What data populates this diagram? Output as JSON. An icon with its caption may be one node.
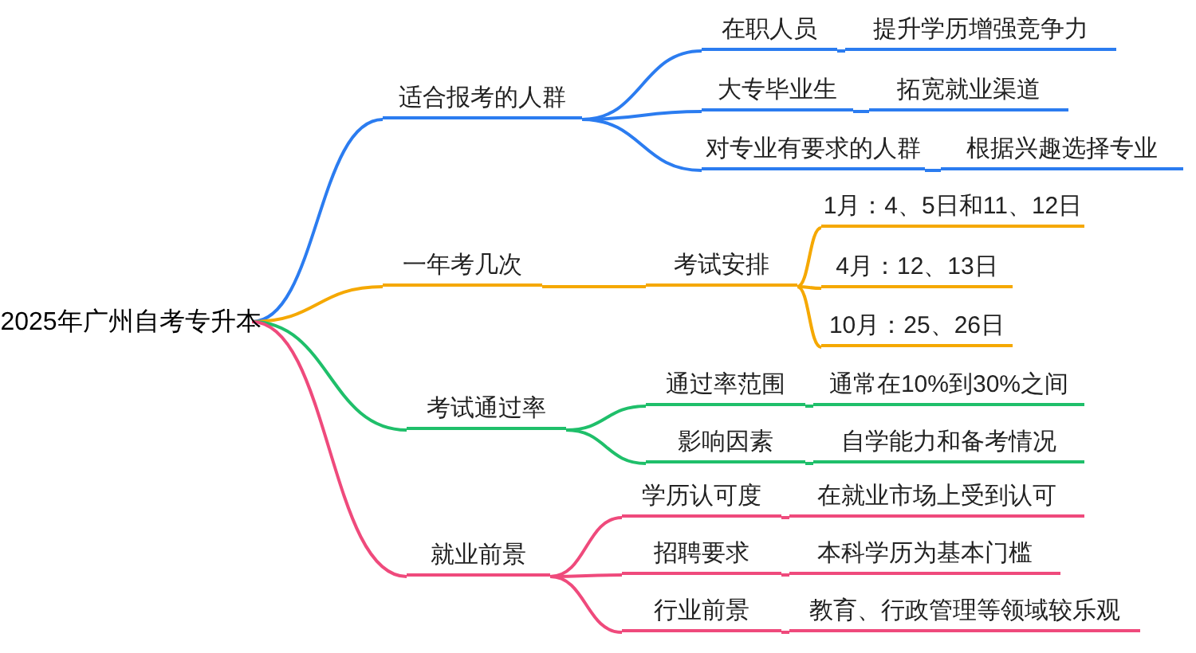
{
  "diagram": {
    "nodes": [
      {
        "text": [
          "2025年广州自考专升本"
        ]
      },
      {
        "text": [
          "适合报考的人群"
        ]
      },
      {
        "text": [
          "在职人员"
        ]
      },
      {
        "text": [
          "提升学历增强竞争力"
        ]
      },
      {
        "text": [
          "大专毕业生"
        ]
      },
      {
        "text": [
          "拓宽就业渠道"
        ]
      },
      {
        "text": [
          "对专业有要求的人群"
        ]
      },
      {
        "text": [
          "根据兴趣选择专业"
        ]
      },
      {
        "text": [
          "一年考几次"
        ]
      },
      {
        "text": [
          "考试安排"
        ]
      },
      {
        "text": [
          "1月：4、5日和11、12日"
        ]
      },
      {
        "text": [
          "4月：12、13日"
        ]
      },
      {
        "text": [
          "10月：25、26日"
        ]
      },
      {
        "text": [
          "考试通过率"
        ]
      },
      {
        "text": [
          "通过率范围"
        ]
      },
      {
        "text": [
          "通常在10%到30%之间"
        ]
      },
      {
        "text": [
          "影响因素"
        ]
      },
      {
        "text": [
          "自学能力和备考情况"
        ]
      },
      {
        "text": [
          "就业前景"
        ]
      },
      {
        "text": [
          "学历认可度"
        ]
      },
      {
        "text": [
          "在就业市场上受到认可"
        ]
      },
      {
        "text": [
          "招聘要求"
        ]
      },
      {
        "text": [
          "本科学历为基本门槛"
        ]
      },
      {
        "text": [
          "行业前景"
        ]
      },
      {
        "text": [
          "教育、行政管理等领域较乐观"
        ]
      }
    ],
    "edges": [
      {
        "from": 0,
        "to": 1,
        "arrow": "none",
        "color": "#2b7cf0"
      },
      {
        "from": 1,
        "to": 2,
        "arrow": "none",
        "color": "#2b7cf0"
      },
      {
        "from": 2,
        "to": 3,
        "arrow": "none",
        "color": "#2b7cf0"
      },
      {
        "from": 1,
        "to": 4,
        "arrow": "none",
        "color": "#2b7cf0"
      },
      {
        "from": 4,
        "to": 5,
        "arrow": "none",
        "color": "#2b7cf0"
      },
      {
        "from": 1,
        "to": 6,
        "arrow": "none",
        "color": "#2b7cf0"
      },
      {
        "from": 6,
        "to": 7,
        "arrow": "none",
        "color": "#2b7cf0"
      },
      {
        "from": 0,
        "to": 8,
        "arrow": "none",
        "color": "#f5a800"
      },
      {
        "from": 8,
        "to": 9,
        "arrow": "none",
        "color": "#f5a800"
      },
      {
        "from": 9,
        "to": 10,
        "arrow": "none",
        "color": "#f5a800"
      },
      {
        "from": 9,
        "to": 11,
        "arrow": "none",
        "color": "#f5a800"
      },
      {
        "from": 9,
        "to": 12,
        "arrow": "none",
        "color": "#f5a800"
      },
      {
        "from": 0,
        "to": 13,
        "arrow": "none",
        "color": "#1fbf6a"
      },
      {
        "from": 13,
        "to": 14,
        "arrow": "none",
        "color": "#1fbf6a"
      },
      {
        "from": 14,
        "to": 15,
        "arrow": "none",
        "color": "#1fbf6a"
      },
      {
        "from": 13,
        "to": 16,
        "arrow": "none",
        "color": "#1fbf6a"
      },
      {
        "from": 16,
        "to": 17,
        "arrow": "none",
        "color": "#1fbf6a"
      },
      {
        "from": 0,
        "to": 18,
        "arrow": "none",
        "color": "#ef4a7c"
      },
      {
        "from": 18,
        "to": 19,
        "arrow": "none",
        "color": "#ef4a7c"
      },
      {
        "from": 19,
        "to": 20,
        "arrow": "none",
        "color": "#ef4a7c"
      },
      {
        "from": 18,
        "to": 21,
        "arrow": "none",
        "color": "#ef4a7c"
      },
      {
        "from": 21,
        "to": 22,
        "arrow": "none",
        "color": "#ef4a7c"
      },
      {
        "from": 18,
        "to": 23,
        "arrow": "none",
        "color": "#ef4a7c"
      },
      {
        "from": 23,
        "to": 24,
        "arrow": "none",
        "color": "#ef4a7c"
      }
    ]
  }
}
